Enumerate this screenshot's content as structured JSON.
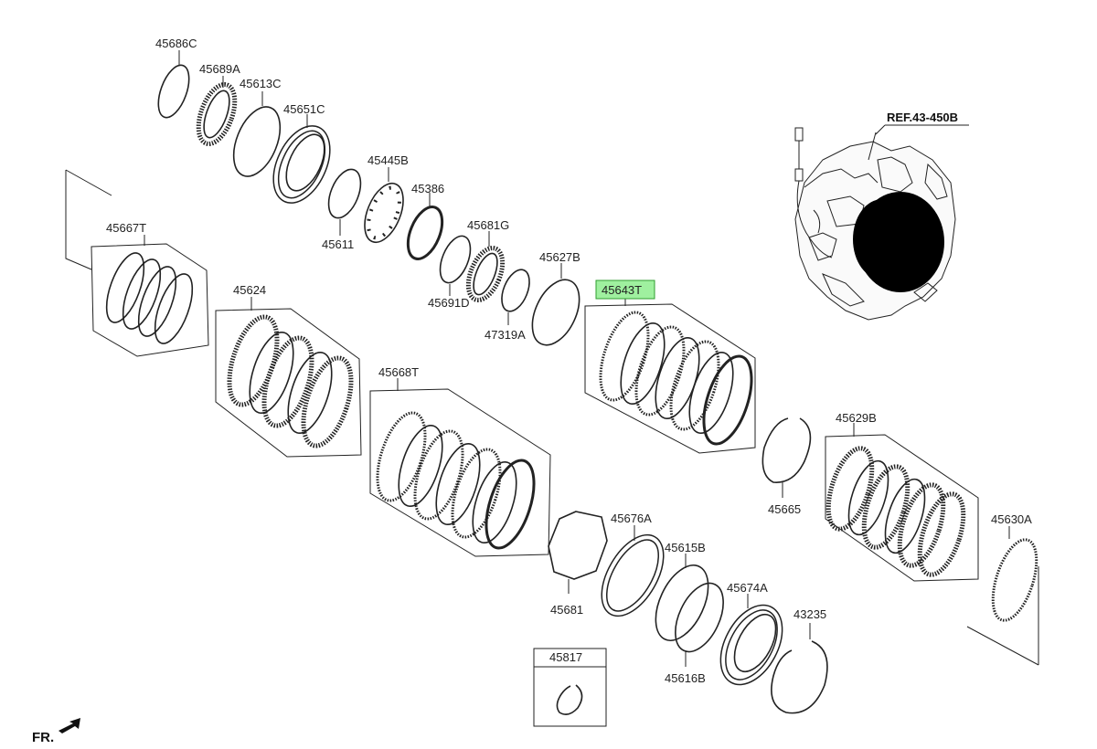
{
  "title": "",
  "highlighted_part": "45643T",
  "reference": {
    "label": "REF.43-450B"
  },
  "orientation": {
    "label": "FR."
  },
  "parts": [
    {
      "id": "p45686c",
      "number": "45686C"
    },
    {
      "id": "p45689a",
      "number": "45689A"
    },
    {
      "id": "p45613c",
      "number": "45613C"
    },
    {
      "id": "p45651c",
      "number": "45651C"
    },
    {
      "id": "p45611",
      "number": "45611"
    },
    {
      "id": "p45445b",
      "number": "45445B"
    },
    {
      "id": "p45386",
      "number": "45386"
    },
    {
      "id": "p45681g",
      "number": "45681G"
    },
    {
      "id": "p45691d",
      "number": "45691D"
    },
    {
      "id": "p47319a",
      "number": "47319A"
    },
    {
      "id": "p45627b",
      "number": "45627B"
    },
    {
      "id": "p45667t",
      "number": "45667T"
    },
    {
      "id": "p45624",
      "number": "45624"
    },
    {
      "id": "p45668t",
      "number": "45668T"
    },
    {
      "id": "p45643t",
      "number": "45643T"
    },
    {
      "id": "p45665",
      "number": "45665"
    },
    {
      "id": "p45629b",
      "number": "45629B"
    },
    {
      "id": "p45630a",
      "number": "45630A"
    },
    {
      "id": "p45681",
      "number": "45681"
    },
    {
      "id": "p45676a",
      "number": "45676A"
    },
    {
      "id": "p45615b",
      "number": "45615B"
    },
    {
      "id": "p45616b",
      "number": "45616B"
    },
    {
      "id": "p45674a",
      "number": "45674A"
    },
    {
      "id": "p43235",
      "number": "43235"
    },
    {
      "id": "p45817",
      "number": "45817"
    }
  ]
}
